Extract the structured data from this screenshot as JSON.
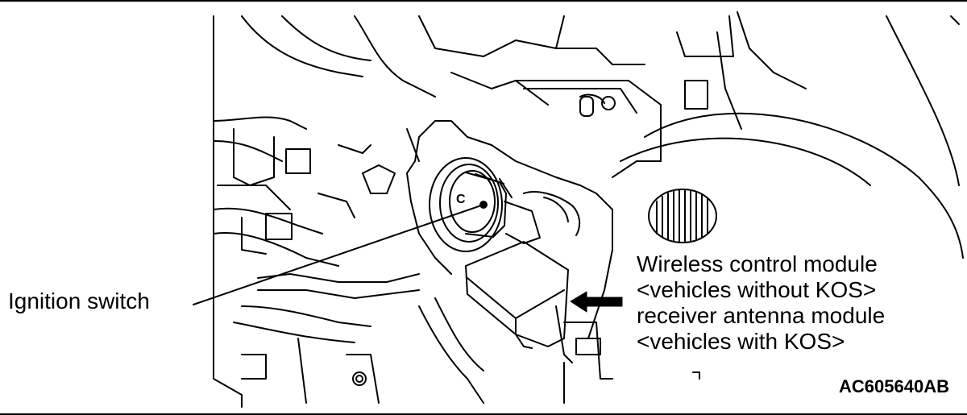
{
  "callouts": {
    "ignition_switch": "Ignition switch",
    "module_lines": [
      "Wireless control module",
      "<vehicles without KOS>",
      "receiver antenna module",
      "<vehicles with KOS>"
    ]
  },
  "figure_code": "AC605640AB",
  "colors": {
    "ink": "#000000",
    "paper": "#ffffff"
  }
}
